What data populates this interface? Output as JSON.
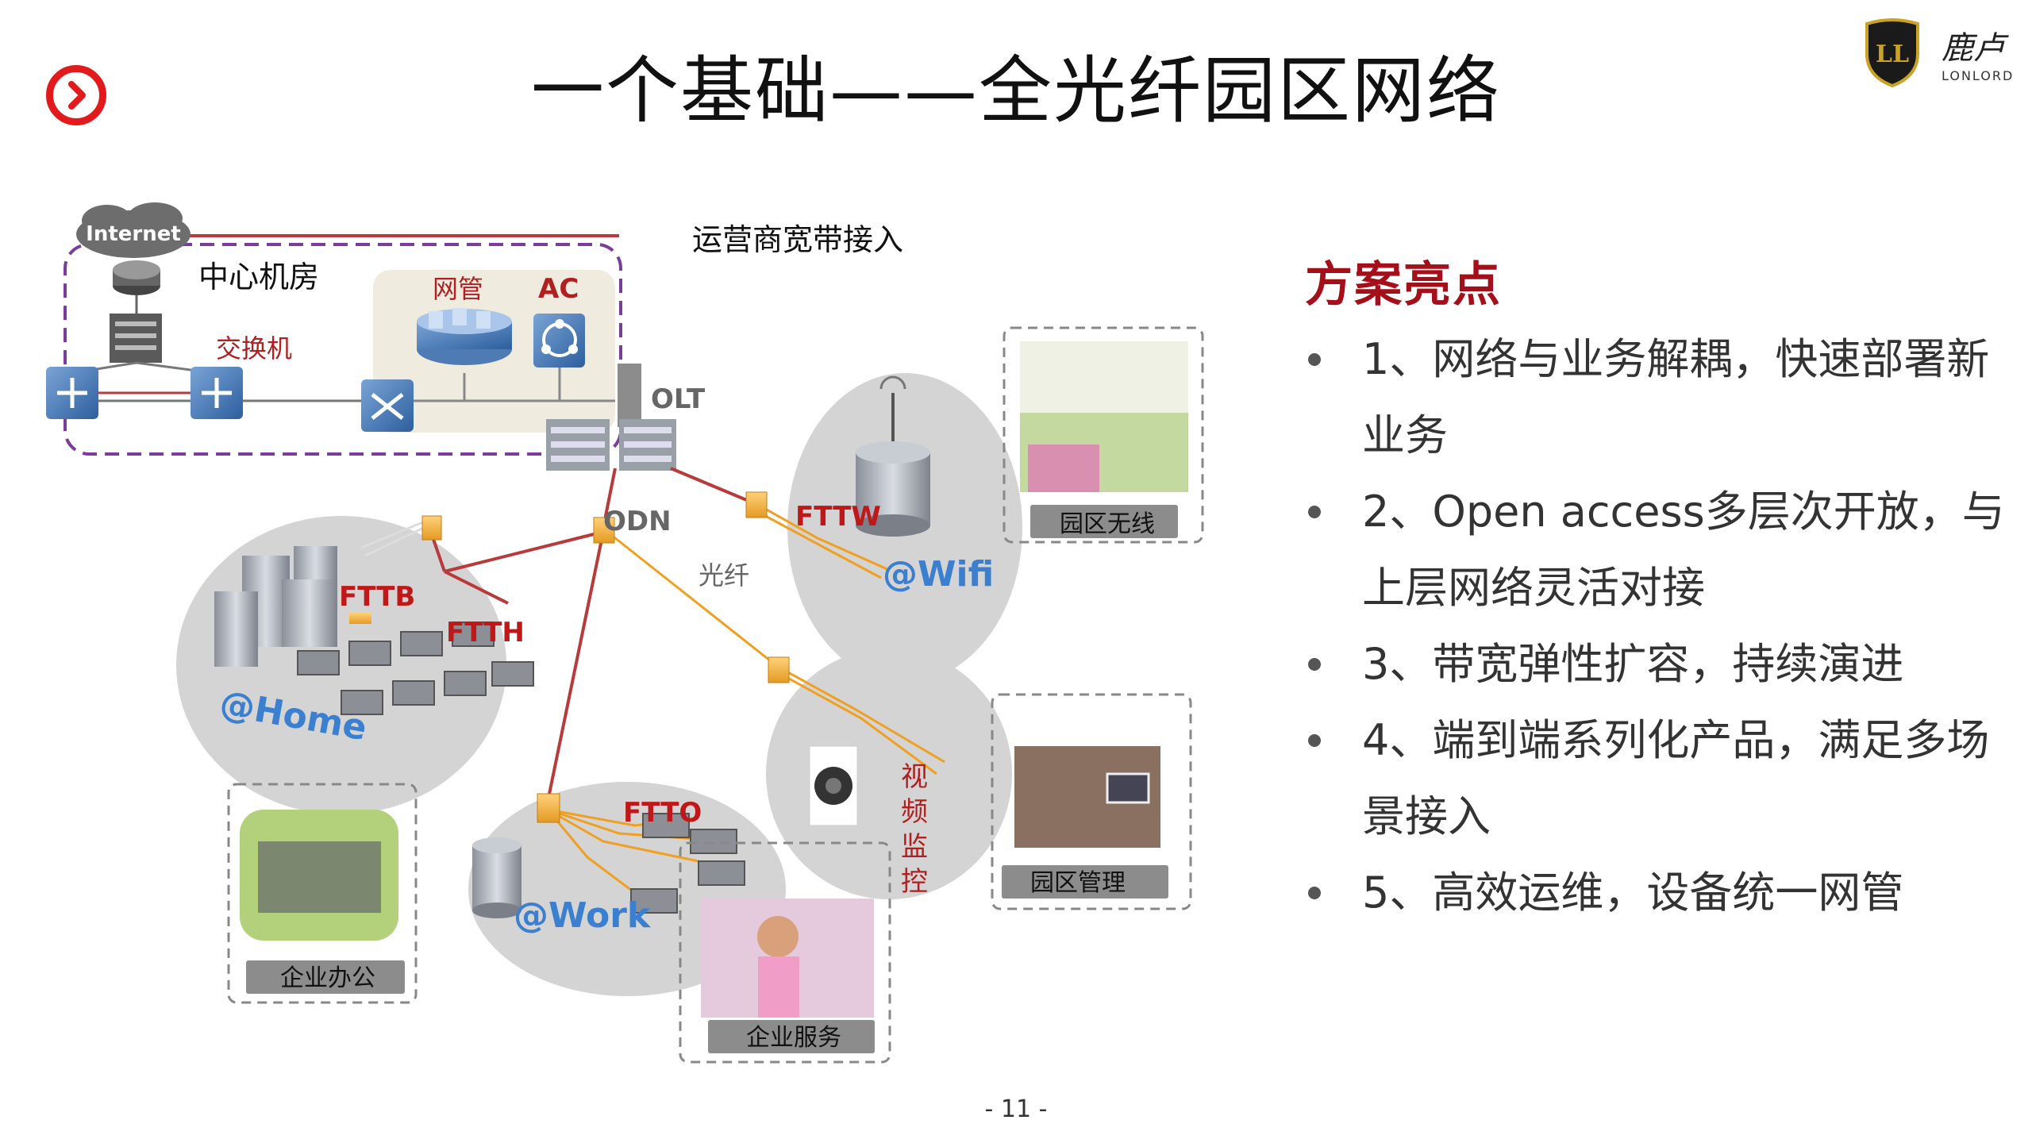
{
  "slide": {
    "title": "一个基础——全光纤园区网络",
    "page_number": "- 11 -"
  },
  "brand": {
    "name_cn": "鹿卢",
    "name_en": "LONLORD",
    "badge_text": "LL",
    "badge_small": "LONLORD"
  },
  "highlights": {
    "title": "方案亮点",
    "items": [
      "1、网络与业务解耦，快速部署新业务",
      "2、Open access多层次开放，与上层网络灵活对接",
      "3、带宽弹性扩容，持续演进",
      "4、端到端系列化产品，满足多场景接入",
      "5、高效运维，设备统一网管"
    ]
  },
  "diagram": {
    "internet": "Internet",
    "center_room": "中心机房",
    "switch": "交换机",
    "nms": "网管",
    "ac": "AC",
    "olt": "OLT",
    "carrier": "运营商宽带接入",
    "odn": "ODN",
    "fiber": "光纤",
    "fttw": "FTTW",
    "wifi": "@Wifi",
    "campus_wireless": "园区无线",
    "fttb": "FTTB",
    "ftth": "FTTH",
    "home": "@Home",
    "video": "视频监控",
    "campus_mgmt": "园区管理",
    "ftto": "FTTO",
    "work": "@Work",
    "office": "企业办公",
    "service": "企业服务"
  },
  "colors": {
    "accent_red": "#e31a1c",
    "title_red": "#a40f1a",
    "fiber_red": "#b83a3a",
    "fiber_orange": "#f0a020",
    "dashed_purple": "#7a3d9a",
    "bubble_gray": "#d4d4d4"
  }
}
